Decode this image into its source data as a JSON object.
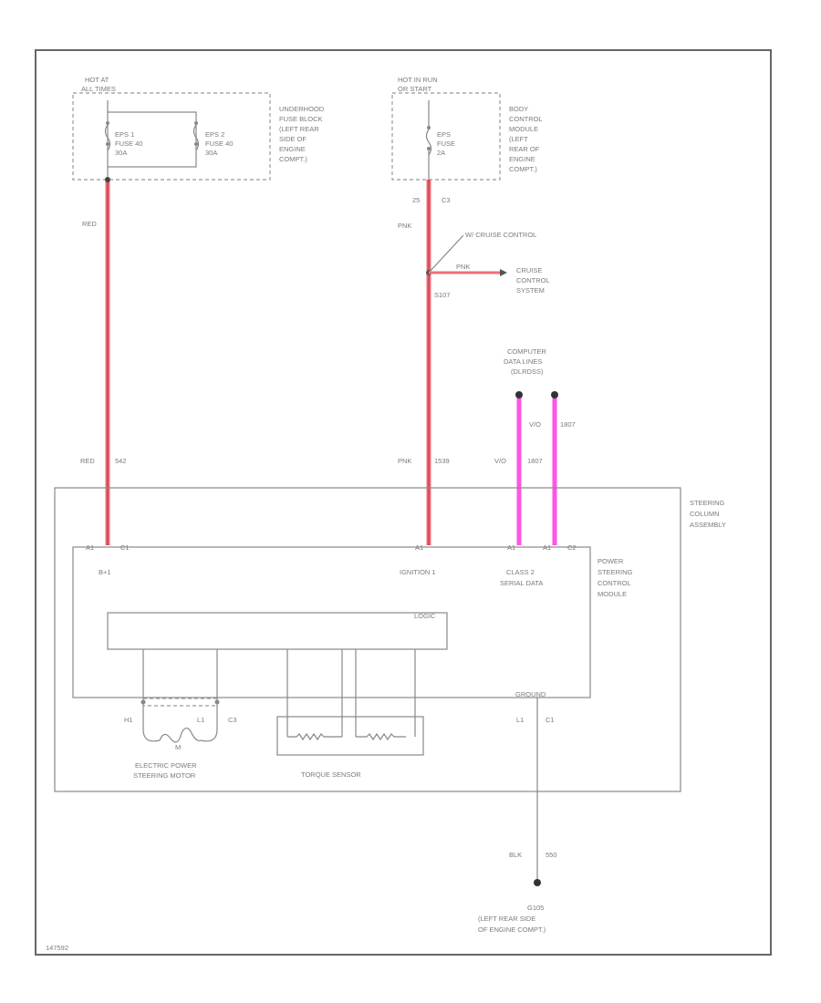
{
  "colors": {
    "red_wire": "#f06d78",
    "pink_wire": "#ff55e4",
    "line": "#888888",
    "text": "#7a7a7a"
  },
  "fuse_block_left": {
    "header": [
      "HOT AT",
      "ALL TIMES"
    ],
    "fuse1": [
      "EPS 1",
      "FUSE 40",
      "30A"
    ],
    "fuse2": [
      "EPS 2",
      "FUSE 40",
      "30A"
    ],
    "location": [
      "UNDERHOOD",
      "FUSE BLOCK",
      "(LEFT REAR",
      "SIDE OF",
      "ENGINE",
      "COMPT.)"
    ]
  },
  "fuse_block_right": {
    "header": [
      "HOT IN RUN",
      "OR START"
    ],
    "fuse": [
      "EPS",
      "FUSE",
      "2A"
    ],
    "location": [
      "BODY",
      "CONTROL",
      "MODULE",
      "(LEFT",
      "REAR OF",
      "ENGINE",
      "COMPT.)"
    ],
    "pin": "25",
    "connector": "C3"
  },
  "wires": {
    "red_top": "RED",
    "red_bottom_color": "RED",
    "red_bottom_circuit": "542",
    "pink_top": "PNK",
    "pink_branch": "PNK",
    "splice": "S107",
    "cruise_note": "W/ CRUISE CONTROL",
    "pink_bottom_color": "PNK",
    "pink_bottom_circuit": "1539",
    "vio_1": "V/O",
    "vio_2": "1807",
    "vio_bottom_color": "V/O",
    "vio_bottom_circuit": "1807",
    "ground_color": "BLK",
    "ground_circuit": "550"
  },
  "cruise": [
    "CRUISE",
    "CONTROL",
    "SYSTEM"
  ],
  "data_lines": [
    "COMPUTER",
    "DATA LINES",
    "(DLRDSS)"
  ],
  "assembly_label": [
    "STEERING",
    "COLUMN",
    "ASSEMBLY"
  ],
  "module_label": [
    "POWER",
    "STEERING",
    "CONTROL",
    "MODULE"
  ],
  "module": {
    "pin_batt": "A1",
    "conn_batt": "C1",
    "pin_ign": "A1",
    "pin_data1": "A1",
    "pin_data2": "A1",
    "conn_data": "C2",
    "batt_label": "B+1",
    "ign_label": "IGNITION 1",
    "data_label": [
      "CLASS 2",
      "SERIAL DATA"
    ],
    "logic_label": "LOGIC",
    "ground_label": "GROUND",
    "motor_pin1": "H1",
    "motor_pin2": "L1",
    "motor_conn": "C3",
    "motor_m": "M",
    "ground_pin": "L1",
    "ground_conn": "C1"
  },
  "motor_label": [
    "ELECTRIC POWER",
    "STEERING MOTOR"
  ],
  "torque_label": "TORQUE SENSOR",
  "ground_point": [
    "G105",
    "(LEFT REAR SIDE",
    "OF ENGINE COMPT.)"
  ],
  "figure_id": "147592"
}
